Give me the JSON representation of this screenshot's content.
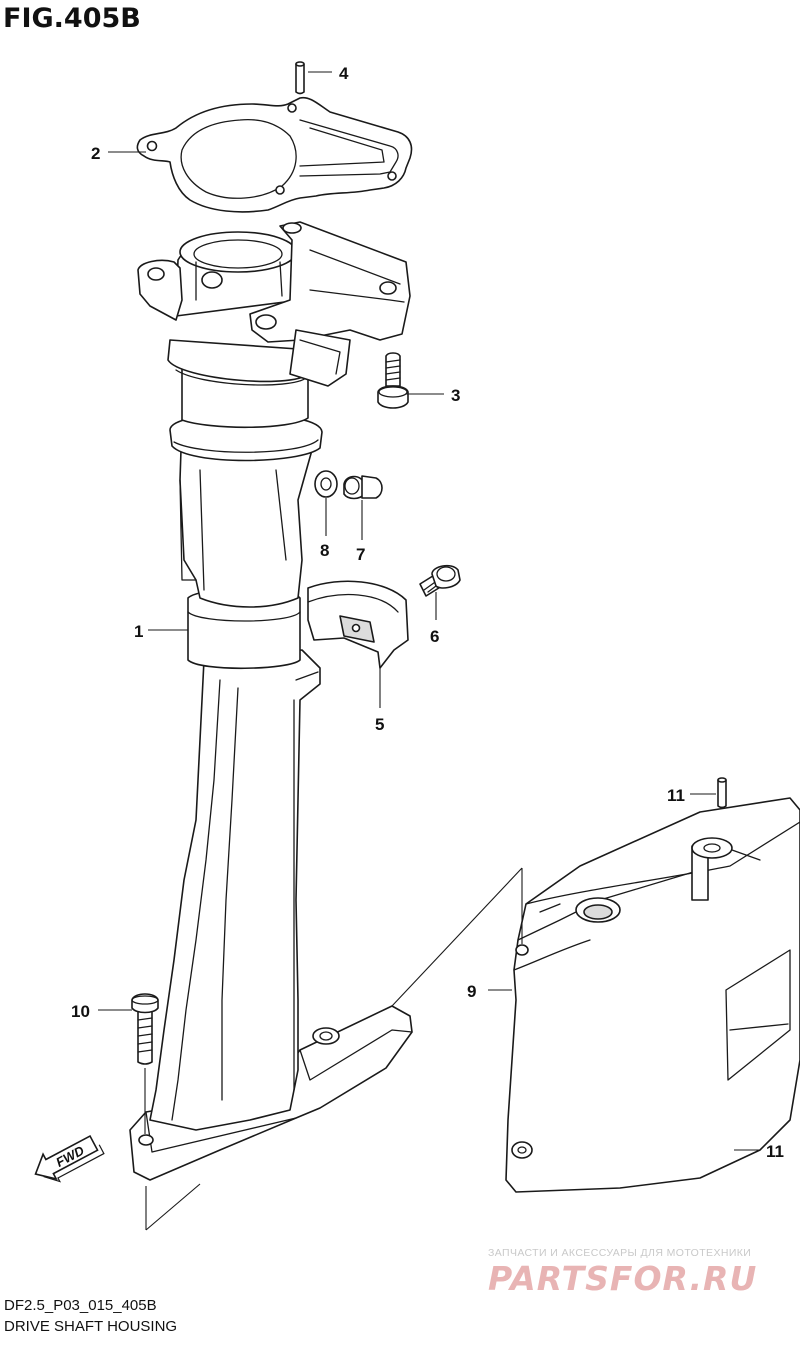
{
  "figure": {
    "title": "FIG.405B",
    "code": "DF2.5_P03_015_405B",
    "caption": "DRIVE SHAFT HOUSING"
  },
  "fwd_label": "FWD",
  "callouts": [
    "1",
    "2",
    "3",
    "4",
    "5",
    "6",
    "7",
    "8",
    "9",
    "10",
    "11",
    "11"
  ],
  "watermark": {
    "tagline": "ЗАПЧАСТИ И АКСЕССУАРЫ ДЛЯ МОТОТЕХНИКИ",
    "brand": "PARTSFOR.RU"
  }
}
